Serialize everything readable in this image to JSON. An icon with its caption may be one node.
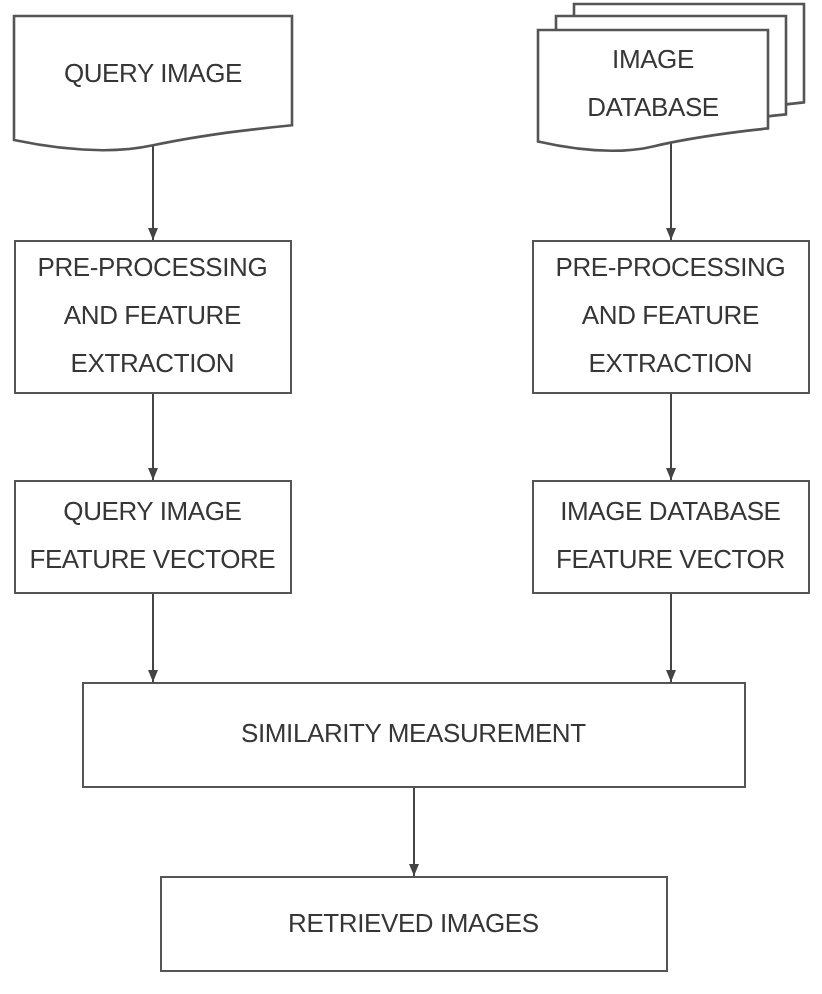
{
  "diagram": {
    "nodes": [
      {
        "text": [
          "QUERY IMAGE"
        ]
      },
      {
        "text": [
          "IMAGE DATABASE"
        ]
      },
      {
        "text": [
          "PRE-PROCESSING AND FEATURE EXTRACTION"
        ]
      },
      {
        "text": [
          "PRE-PROCESSING AND FEATURE EXTRACTION"
        ]
      },
      {
        "text": [
          "QUERY IMAGE FEATURE VECTORE"
        ]
      },
      {
        "text": [
          "IMAGE DATABASE FEATURE VECTOR"
        ]
      },
      {
        "text": [
          "SIMILARITY MEASUREMENT"
        ]
      },
      {
        "text": [
          "RETRIEVED IMAGES"
        ]
      }
    ],
    "edges": [
      {
        "from": 0,
        "to": 2,
        "arrow": "to"
      },
      {
        "from": 1,
        "to": 3,
        "arrow": "to"
      },
      {
        "from": 2,
        "to": 4,
        "arrow": "to"
      },
      {
        "from": 3,
        "to": 5,
        "arrow": "to"
      },
      {
        "from": 4,
        "to": 6,
        "arrow": "to"
      },
      {
        "from": 5,
        "to": 6,
        "arrow": "to"
      },
      {
        "from": 6,
        "to": 7,
        "arrow": "to"
      }
    ]
  }
}
